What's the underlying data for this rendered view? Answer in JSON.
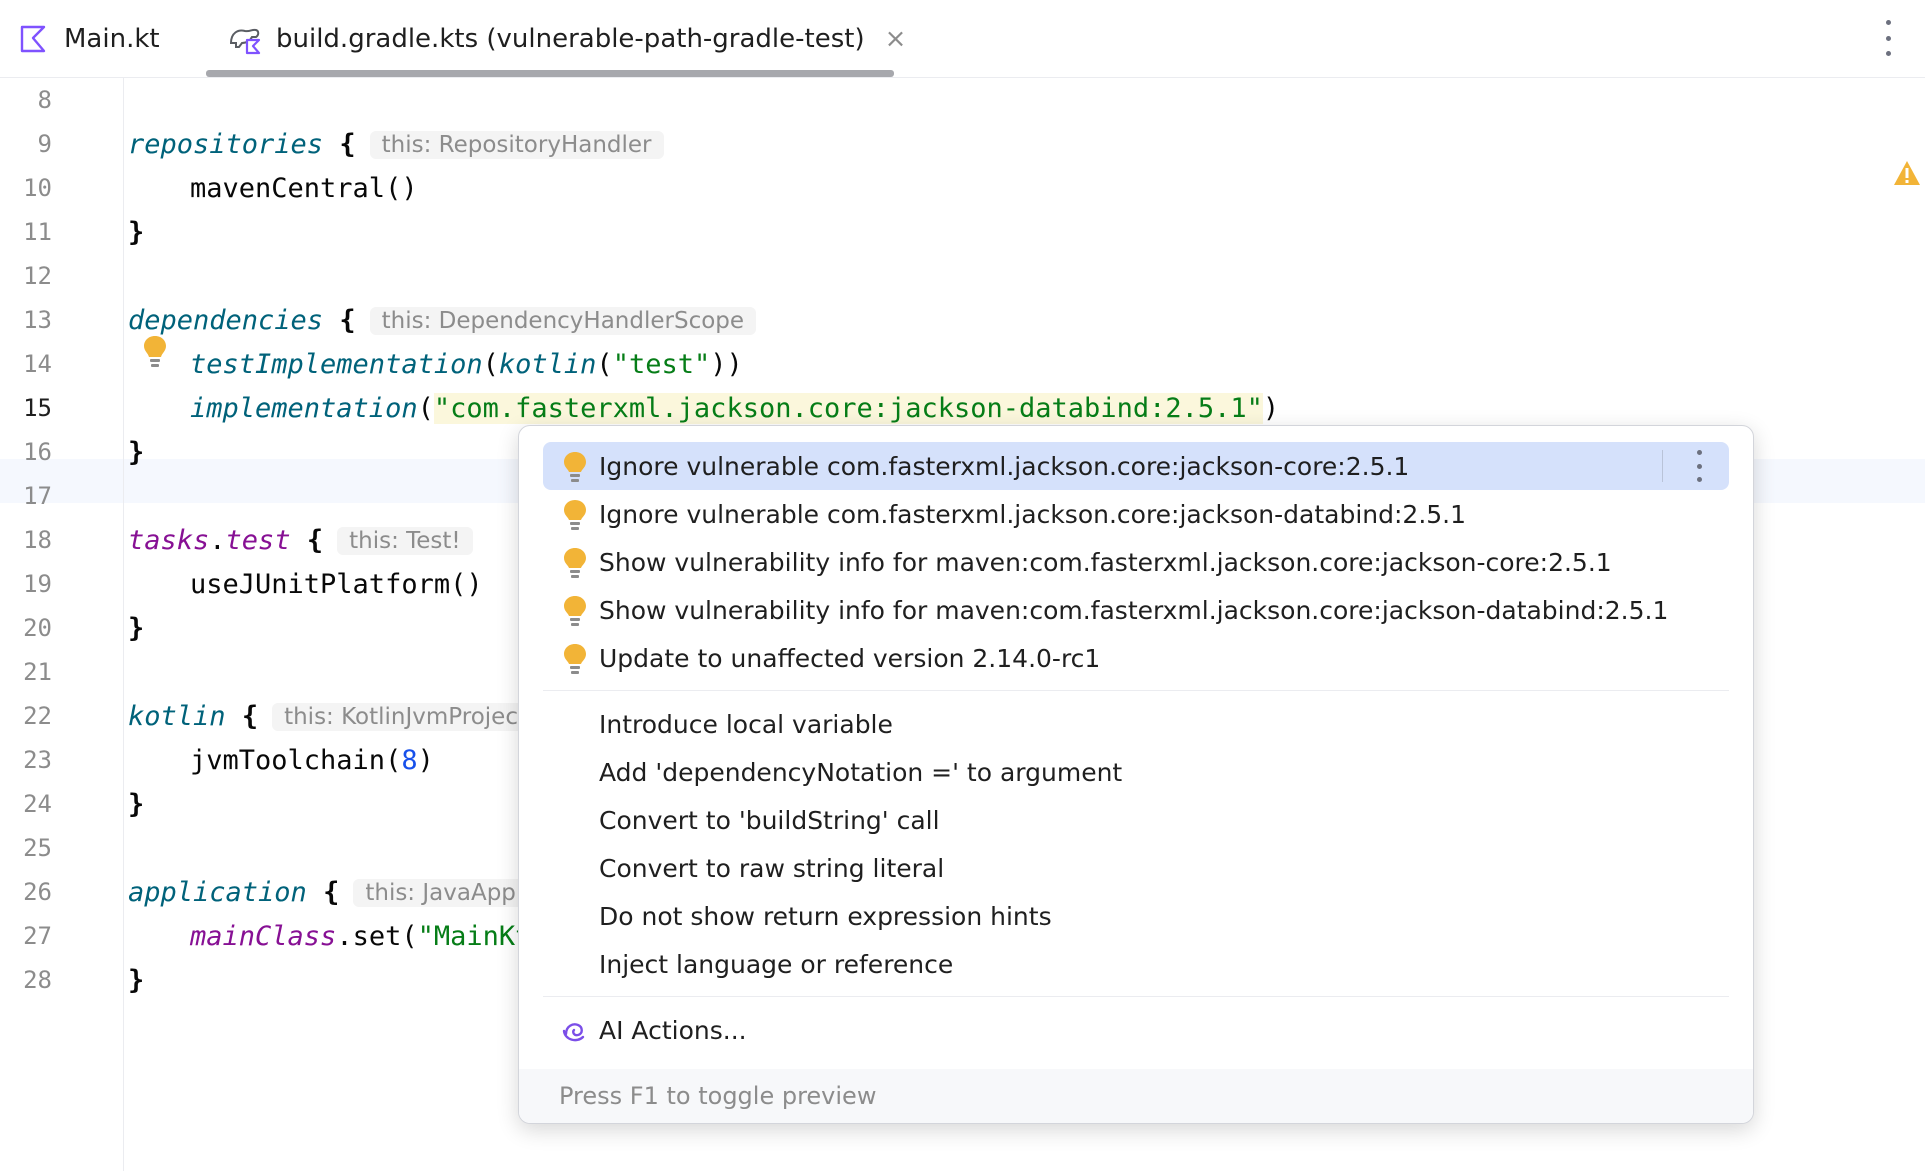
{
  "tabs": [
    {
      "label": "Main.kt",
      "icon": "kotlin-file-icon",
      "active": false
    },
    {
      "label": "build.gradle.kts (vulnerable-path-gradle-test)",
      "icon": "gradle-kotlin-icon",
      "active": true
    }
  ],
  "tab_close_glyph": "×",
  "editor": {
    "current_line": "15",
    "lines": [
      {
        "n": "8"
      },
      {
        "n": "9",
        "keyword": "repositories",
        "brace": "{",
        "hint": "this: RepositoryHandler"
      },
      {
        "n": "10",
        "text": "mavenCentral()"
      },
      {
        "n": "11",
        "text": "}"
      },
      {
        "n": "12"
      },
      {
        "n": "13",
        "keyword": "dependencies",
        "brace": "{",
        "hint": "this: DependencyHandlerScope"
      },
      {
        "n": "14",
        "fn": "testImplementation",
        "open": "(",
        "fn2": "kotlin",
        "open2": "(",
        "str": "\"test\"",
        "close": "))"
      },
      {
        "n": "15",
        "fn": "implementation",
        "open": "(",
        "str": "\"com.fasterxml.jackson.core:jackson-databind:2.5.1\"",
        "close": ")"
      },
      {
        "n": "16",
        "text": "}"
      },
      {
        "n": "17"
      },
      {
        "n": "18",
        "keyword": "tasks",
        "dot": ".",
        "keyword2": "test",
        "brace": "{",
        "hint": "this: Test!"
      },
      {
        "n": "19",
        "text": "useJUnitPlatform()"
      },
      {
        "n": "20",
        "text": "}"
      },
      {
        "n": "21"
      },
      {
        "n": "22",
        "keyword": "kotlin",
        "brace": "{",
        "hint": "this: KotlinJvmProjectE"
      },
      {
        "n": "23",
        "fn_plain": "jvmToolchain(",
        "num": "8",
        "close": ")"
      },
      {
        "n": "24",
        "text": "}"
      },
      {
        "n": "25"
      },
      {
        "n": "26",
        "keyword": "application",
        "brace": "{",
        "hint": "this: JavaApplic"
      },
      {
        "n": "27",
        "prop": "mainClass",
        "rest": ".set(",
        "str": "\"MainKt"
      },
      {
        "n": "28",
        "text": "}"
      }
    ]
  },
  "popup": {
    "intentions": [
      {
        "label": "Ignore vulnerable com.fasterxml.jackson.core:jackson-core:2.5.1",
        "icon": "lightbulb-icon",
        "selected": true
      },
      {
        "label": "Ignore vulnerable com.fasterxml.jackson.core:jackson-databind:2.5.1",
        "icon": "lightbulb-icon"
      },
      {
        "label": "Show vulnerability info for maven:com.fasterxml.jackson.core:jackson-core:2.5.1",
        "icon": "lightbulb-icon"
      },
      {
        "label": "Show vulnerability info for maven:com.fasterxml.jackson.core:jackson-databind:2.5.1",
        "icon": "lightbulb-icon"
      },
      {
        "label": "Update to unaffected version 2.14.0-rc1",
        "icon": "lightbulb-icon"
      }
    ],
    "refactorings": [
      {
        "label": "Introduce local variable"
      },
      {
        "label": "Add 'dependencyNotation =' to argument"
      },
      {
        "label": "Convert to 'buildString' call"
      },
      {
        "label": "Convert to raw string literal"
      },
      {
        "label": "Do not show return expression hints"
      },
      {
        "label": "Inject language or reference"
      }
    ],
    "ai_action": {
      "label": "AI Actions...",
      "icon": "ai-spiral-icon"
    },
    "footer": "Press F1 to toggle preview"
  },
  "colors": {
    "selection": "#d5e1fb",
    "bulb": "#f2b437",
    "keyword": "#00627a",
    "string": "#067d17",
    "property": "#871094",
    "number": "#1750eb",
    "ai": "#7b4ee8"
  }
}
